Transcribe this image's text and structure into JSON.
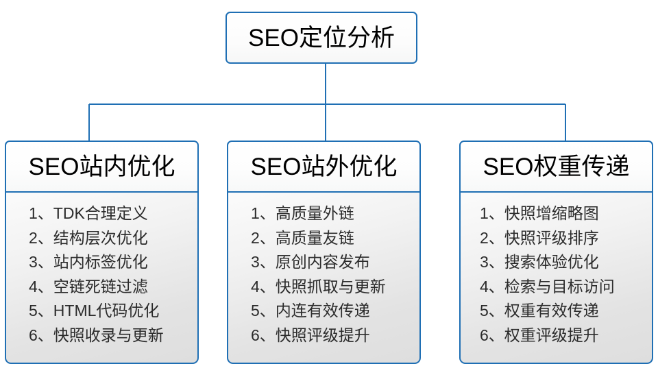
{
  "diagram": {
    "title": "SEO定位分析",
    "type": "organization-tree",
    "colors": {
      "border": "#1f6fb4",
      "connector": "#1f6fb4",
      "header_text": "#000000",
      "list_text": "#2b2b2b",
      "body_background_top": "#fbfbfb",
      "body_background_bottom": "#dedede",
      "page_background": "#ffffff"
    },
    "root": {
      "label": "SEO定位分析"
    },
    "branches": [
      {
        "header": "SEO站内优化",
        "items": [
          "1、TDK合理定义",
          "2、结构层次优化",
          "3、站内标签优化",
          "4、空链死链过滤",
          "5、HTML代码优化",
          "6、快照收录与更新"
        ]
      },
      {
        "header": "SEO站外优化",
        "items": [
          "1、高质量外链",
          "2、高质量友链",
          "3、原创内容发布",
          "4、快照抓取与更新",
          "5、内连有效传递",
          "6、快照评级提升"
        ]
      },
      {
        "header": "SEO权重传递",
        "items": [
          "1、快照增缩略图",
          "2、快照评级排序",
          "3、搜索体验优化",
          "4、检索与目标访问",
          "5、权重有效传递",
          "6、权重评级提升"
        ]
      }
    ]
  }
}
